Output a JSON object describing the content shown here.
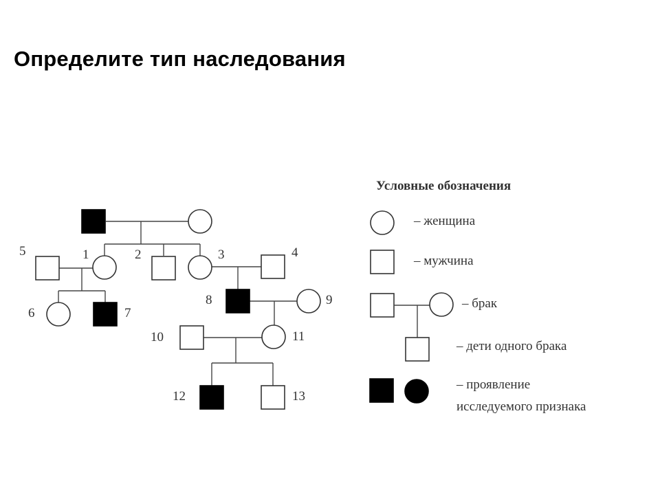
{
  "title": "Определите тип наследования",
  "pedigree": {
    "labels": {
      "n1": "1",
      "n2": "2",
      "n3": "3",
      "n4": "4",
      "n5": "5",
      "n6": "6",
      "n7": "7",
      "n8": "8",
      "n9": "9",
      "n10": "10",
      "n11": "11",
      "n12": "12",
      "n13": "13"
    }
  },
  "legend": {
    "heading": "Условные обозначения",
    "woman": "– женщина",
    "man": "– мужчина",
    "marriage": "– брак",
    "children": "– дети одного брака",
    "trait_line1": "– проявление",
    "trait_line2": "исследуемого признака"
  },
  "colors": {
    "affected": "#000000",
    "unaffected": "#ffffff",
    "lines": "#444444"
  }
}
